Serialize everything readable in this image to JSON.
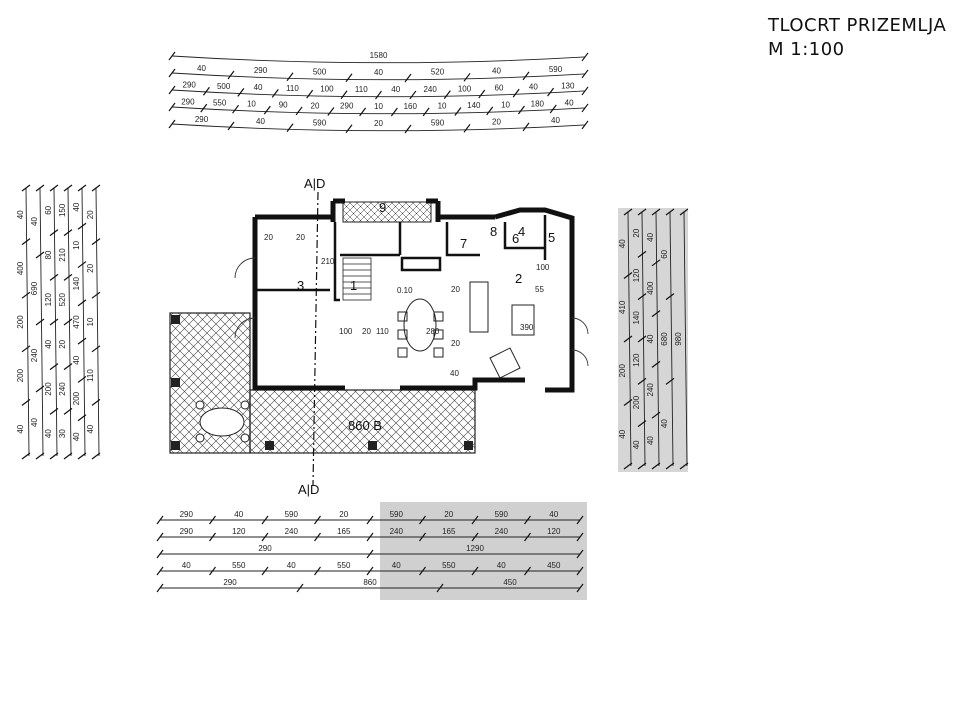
{
  "title": {
    "line1": "TLOCRT PRIZEMLJA",
    "line2": "M 1:100"
  },
  "section_marks": [
    "A|D",
    "A|D"
  ],
  "rooms": [
    "1",
    "2",
    "3",
    "4",
    "5",
    "6",
    "7",
    "8",
    "9"
  ],
  "terrace_label": "860 B",
  "top_dimensions": [
    [
      "1580"
    ],
    [
      "40",
      "290",
      "500",
      "40",
      "520",
      "40",
      "590"
    ],
    [
      "290",
      "500",
      "40",
      "110",
      "100",
      "110",
      "40",
      "240",
      "100",
      "60",
      "40",
      "130"
    ],
    [
      "290",
      "550",
      "10",
      "90",
      "20",
      "290",
      "10",
      "160",
      "10",
      "140",
      "10",
      "180",
      "40"
    ],
    [
      "290",
      "40",
      "590",
      "20",
      "590",
      "20",
      "40"
    ]
  ],
  "bottom_dimensions": [
    [
      "290",
      "40",
      "590",
      "20",
      "590",
      "20",
      "590",
      "40"
    ],
    [
      "290",
      "120",
      "240",
      "165",
      "240",
      "165",
      "240",
      "120"
    ],
    [
      "290",
      "1290"
    ],
    [
      "40",
      "550",
      "40",
      "550",
      "40",
      "550",
      "40",
      "450"
    ],
    [
      "290",
      "860",
      "450"
    ]
  ],
  "left_dimensions": [
    [
      "40",
      "400",
      "200",
      "200",
      "40"
    ],
    [
      "40",
      "690",
      "240",
      "40"
    ],
    [
      "60",
      "80",
      "120",
      "40",
      "200",
      "40"
    ],
    [
      "150",
      "210",
      "520",
      "20",
      "240",
      "30"
    ],
    [
      "40",
      "10",
      "140",
      "470",
      "40",
      "200",
      "40"
    ],
    [
      "20",
      "20",
      "10",
      "110",
      "40"
    ]
  ],
  "right_dimensions": [
    [
      "40",
      "410",
      "200",
      "40"
    ],
    [
      "20",
      "120",
      "140",
      "120",
      "200",
      "40"
    ],
    [
      "40",
      "400",
      "40",
      "240",
      "40"
    ],
    [
      "60",
      "680",
      "40"
    ],
    [
      "980"
    ]
  ],
  "interior_labels": [
    "20",
    "20",
    "280",
    "210",
    "100",
    "20",
    "110",
    "20",
    "390",
    "100",
    "55",
    "20",
    "40",
    "0.10"
  ]
}
